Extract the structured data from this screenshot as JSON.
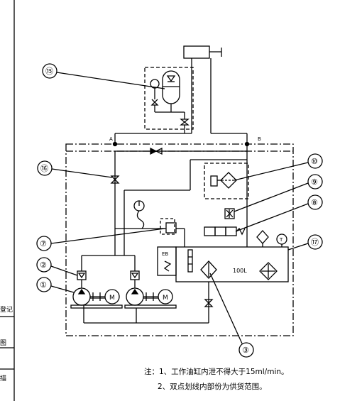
{
  "side_labels": [
    "登记",
    "图",
    "描"
  ],
  "port_labels": {
    "a": "A",
    "b": "B"
  },
  "callouts": [
    "⑮",
    "⑯",
    "⑩",
    "⑨",
    "⑧",
    "⑦",
    "⑰",
    "②",
    "①",
    "③"
  ],
  "tank_volume": "100L",
  "heater_label": "EB",
  "motor_symbol": "M",
  "gauge_symbol": "T",
  "notes": {
    "line1": "注：1、工作油缸内泄不得大于15ml/min。",
    "line2": "2、双点划线内部份为供货范围。"
  }
}
